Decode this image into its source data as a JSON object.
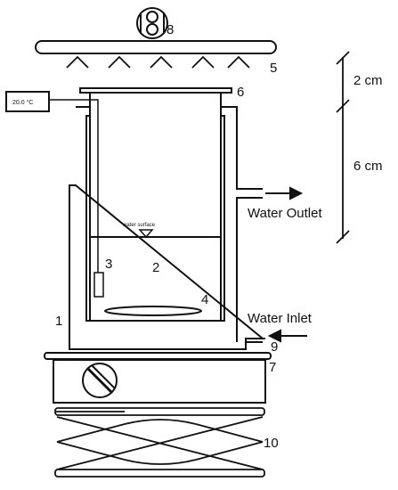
{
  "labels": {
    "n1": "1",
    "n2": "2",
    "n3": "3",
    "n4": "4",
    "n5": "5",
    "n6": "6",
    "n7": "7",
    "n8": "8",
    "n9": "9",
    "n10": "10"
  },
  "thermometer": {
    "reading": "20.0 °C"
  },
  "water_surface": "water surface",
  "water_outlet": "Water Outlet",
  "water_inlet": "Water Inlet",
  "dimensions": {
    "top": "2 cm",
    "bottom": "6 cm"
  },
  "colors": {
    "line": "#111111",
    "background": "#ffffff"
  }
}
